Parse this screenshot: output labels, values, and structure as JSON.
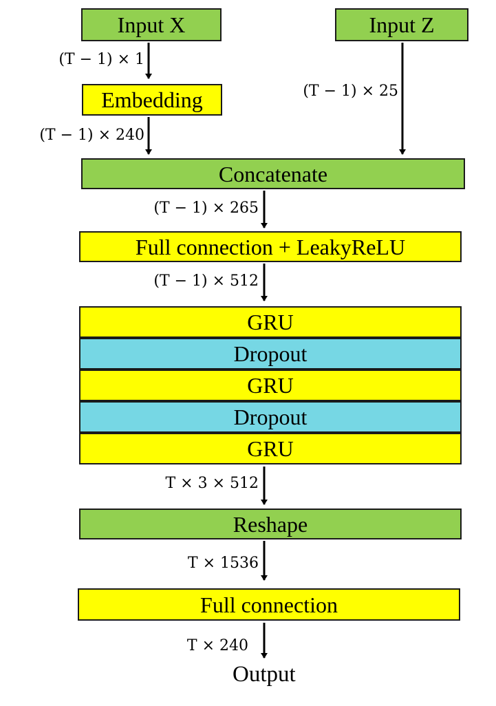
{
  "colors": {
    "io_block": "#92d050",
    "layer_block": "#ffff00",
    "dropout_block": "#76d7e4",
    "arrow": "#000000"
  },
  "inputs": {
    "x": "Input X",
    "z": "Input Z"
  },
  "blocks": {
    "embedding": "Embedding",
    "concatenate": "Concatenate",
    "fc_leaky": "Full connection + LeakyReLU",
    "gru_1": "GRU",
    "dropout_1": "Dropout",
    "gru_2": "GRU",
    "dropout_2": "Dropout",
    "gru_3": "GRU",
    "reshape": "Reshape",
    "fc_out": "Full connection"
  },
  "dims": {
    "x_to_embedding": "(T − 1) × 1",
    "z_to_concat": "(T − 1) × 25",
    "embedding_to_concat": "(T − 1) × 240",
    "concat_to_fc": "(T − 1) × 265",
    "fc_to_gru": "(T − 1) × 512",
    "gru_to_reshape": "T × 3 × 512",
    "reshape_to_fc": "T × 1536",
    "fc_to_output": "T × 240"
  },
  "output": "Output"
}
